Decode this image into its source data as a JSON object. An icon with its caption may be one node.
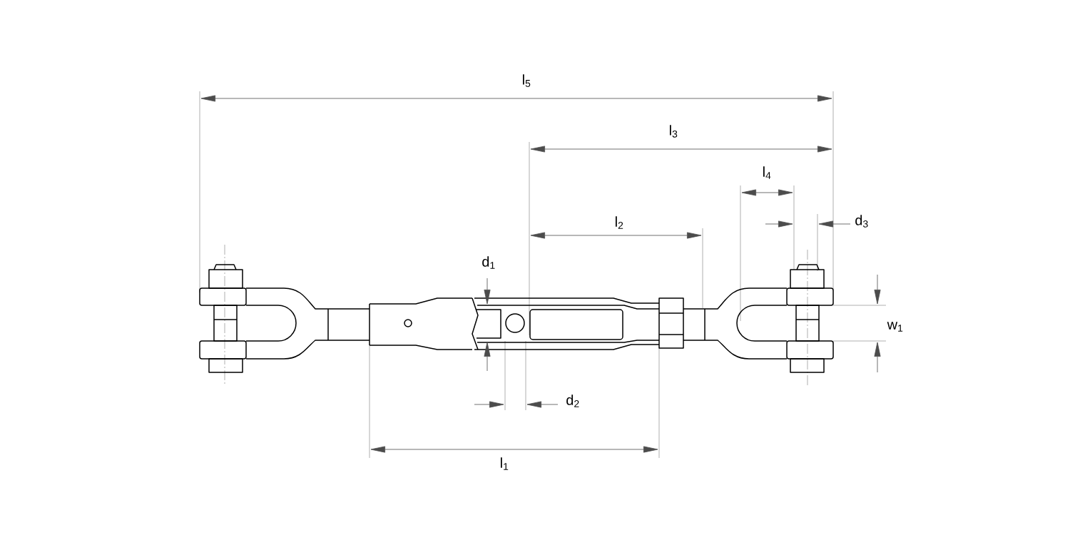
{
  "diagram": {
    "labels": [
      "l$_{5}$",
      "l$_{3}$",
      "l$_{4}$",
      "d$_{3}$",
      "l$_{2}$",
      "d$_{1}$",
      "w$_{1}$",
      "d$_{2}$",
      "l$_{1}$"
    ]
  }
}
